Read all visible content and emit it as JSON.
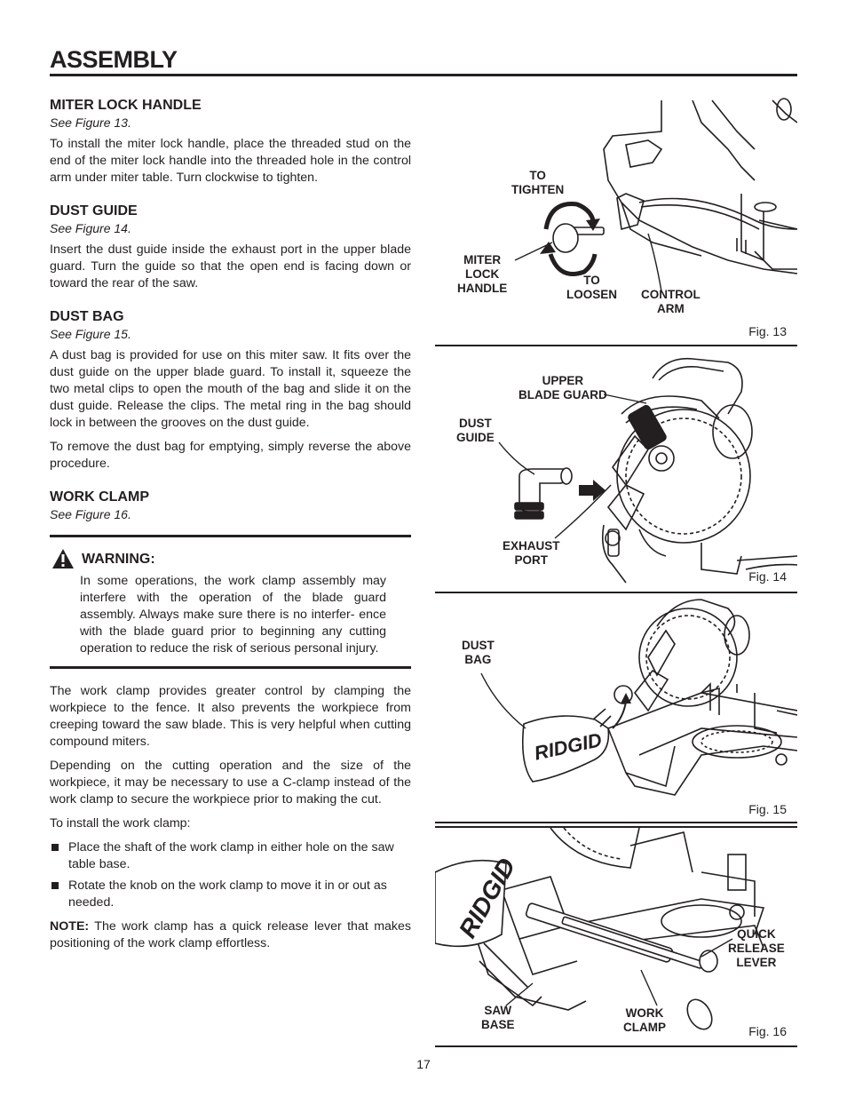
{
  "page": {
    "title": "ASSEMBLY",
    "page_number": "17"
  },
  "sections": {
    "miter": {
      "heading": "MITER LOCK HANDLE",
      "see": "See Figure 13.",
      "body": "To install the miter lock handle, place the threaded stud on the end of the miter lock handle into the threaded hole in the control arm under miter table. Turn clockwise to tighten."
    },
    "dust_guide": {
      "heading": "DUST GUIDE",
      "see": "See Figure 14.",
      "body": "Insert the dust guide inside the exhaust port in the upper blade guard. Turn the guide so that the open end is facing down or toward the rear of the saw."
    },
    "dust_bag": {
      "heading": "DUST BAG",
      "see": "See Figure 15.",
      "body1": "A dust bag is provided for use on this miter saw. It fits over the dust guide on the upper blade guard. To install it, squeeze the two metal clips to open the mouth of the bag and slide it on the dust guide. Release the clips. The metal ring in the bag should lock in between the grooves on the dust guide.",
      "body2": "To remove the dust bag for emptying, simply reverse the above procedure."
    },
    "work_clamp": {
      "heading": "WORK CLAMP",
      "see": "See Figure 16.",
      "warning_title": "WARNING:",
      "warning_text": "In some operations, the work clamp assembly may interfere with the operation of the blade guard assembly. Always make sure there is no interfer- ence with the blade guard prior to beginning any cutting operation to reduce the risk of serious personal injury.",
      "body1": "The work clamp provides greater control by clamping the workpiece to the fence. It also prevents the workpiece from creeping toward the saw blade. This is very helpful when cutting compound miters.",
      "body2": "Depending on the cutting operation and the size of the workpiece, it may be necessary to use a C-clamp instead of the work clamp to secure the workpiece prior to making the cut.",
      "install_intro": "To install the work clamp:",
      "bullets": [
        "Place the shaft of the work clamp in either hole on the saw table base.",
        "Rotate the knob on the work clamp to move it in or out as needed."
      ],
      "note_label": "NOTE:",
      "note_text": " The work clamp has a quick release lever that makes positioning of the work clamp effortless."
    }
  },
  "figures": {
    "fig13": {
      "caption": "Fig. 13",
      "labels": {
        "to_tighten": "TO\nTIGHTEN",
        "miter_lock_handle": "MITER\nLOCK\nHANDLE",
        "to_loosen": "TO\nLOOSEN",
        "control_arm": "CONTROL\nARM"
      }
    },
    "fig14": {
      "caption": "Fig. 14",
      "labels": {
        "upper_blade_guard": "UPPER\nBLADE GUARD",
        "dust_guide": "DUST\nGUIDE",
        "exhaust_port": "EXHAUST\nPORT"
      }
    },
    "fig15": {
      "caption": "Fig. 15",
      "labels": {
        "dust_bag": "DUST\nBAG"
      },
      "brand": "RIDGID"
    },
    "fig16": {
      "caption": "Fig. 16",
      "labels": {
        "quick_release_lever": "QUICK\nRELEASE\nLEVER",
        "saw_base": "SAW\nBASE",
        "work_clamp": "WORK\nCLAMP"
      },
      "brand": "RIDGID"
    }
  }
}
